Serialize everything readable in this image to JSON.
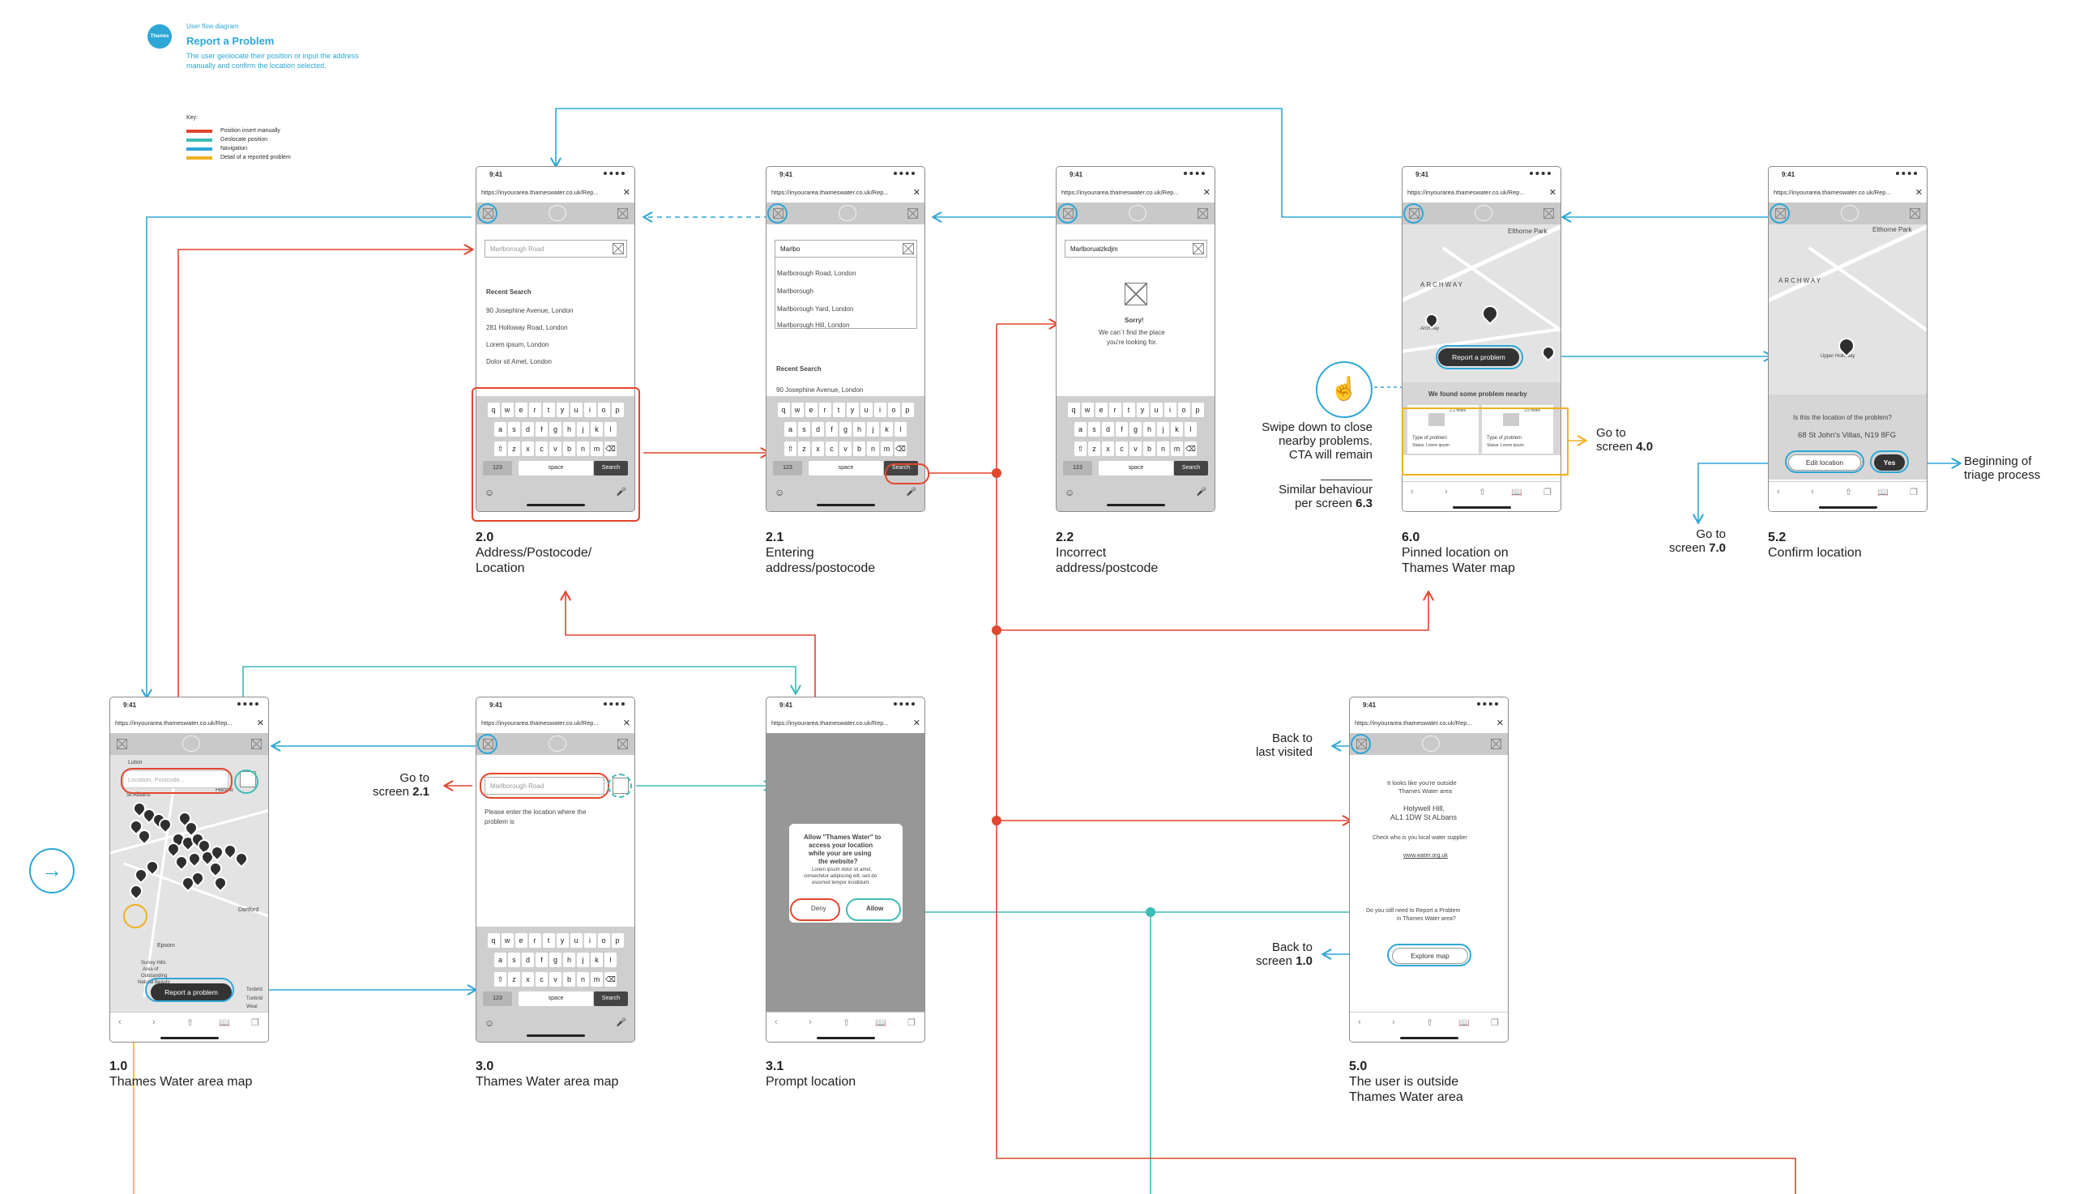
{
  "header": {
    "badge_text": "Thames Water",
    "kicker": "User flow diagram",
    "title": "Report a Problem",
    "desc_line1": "The user geolocate their position or input the address",
    "desc_line2": "manually and confirm the location selected."
  },
  "key": {
    "title": "Key:",
    "items": [
      {
        "label": "Position insert manually",
        "color": "#e2462e"
      },
      {
        "label": "Geolocate position",
        "color": "#3bbdb4"
      },
      {
        "label": "Navigation",
        "color": "#2ea7d6"
      },
      {
        "label": "Detail of a reported problem",
        "color": "#f0b020"
      }
    ]
  },
  "common": {
    "time": "9:41",
    "url": "https://inyourarea.thameswater.co.uk/Rep...",
    "close": "✕",
    "search_key": "Search",
    "space_key": "space",
    "num_key": "123",
    "kb_row1": [
      "q",
      "w",
      "e",
      "r",
      "t",
      "y",
      "u",
      "i",
      "o",
      "p"
    ],
    "kb_row2": [
      "a",
      "s",
      "d",
      "f",
      "g",
      "h",
      "j",
      "k",
      "l"
    ],
    "kb_row3": [
      "z",
      "x",
      "c",
      "v",
      "b",
      "n",
      "m"
    ],
    "shift": "⇧",
    "del": "⌫",
    "emoji": "☺",
    "mic": "🎤",
    "tab_icons": [
      "‹",
      "›",
      "⇧",
      "📖",
      "❐"
    ]
  },
  "screens": {
    "s20": {
      "num": "2.0",
      "cap1": "Address/Postocode/",
      "cap2": "Location",
      "placeholder": "Marlborough Road",
      "recent_title": "Recent Search",
      "recent": [
        "90 Josephine Avenue, London",
        "281 Holloway Road, London",
        "Lorem ipsum, London",
        "Dolor sit Amet, London"
      ]
    },
    "s21": {
      "num": "2.1",
      "cap1": "Entering",
      "cap2": "address/postocode",
      "input": "Marlbo",
      "suggestions": [
        "Marlborough Road, London",
        "Marlborough",
        "Marlborough Yard, London",
        "Marlborough Hill, London"
      ],
      "recent_title": "Recent Search",
      "recent_first": "90 Josephine Avenue, London"
    },
    "s22": {
      "num": "2.2",
      "cap1": "Incorrect",
      "cap2": "address/postcode",
      "input": "Marlborualzkdjm",
      "sorry": "Sorry!",
      "msg1": "We can´t find the place",
      "msg2": "you're looking for."
    },
    "s60": {
      "num": "6.0",
      "cap1": "Pinned location on",
      "cap2": "Thames Water map",
      "report": "Report a problem",
      "found": "We found some problem nearby",
      "map_archway": "ARCHWAY",
      "map_park": "Elthorne Park",
      "map_small": "Archway",
      "card_title": "Type of problem",
      "card_status": "Status: Lorem ipsum",
      "card_tag": "2.2 miles",
      "card_tag2": "3.5 miles"
    },
    "s52": {
      "num": "5.2",
      "cap1": "Confirm location",
      "question": "Is this the location of the problem?",
      "address": "68 St John's Villas, N19 8FG",
      "edit": "Edit location",
      "yes": "Yes",
      "map_archway": "ARCHWAY",
      "map_park": "Elthorne Park",
      "map_hol": "Upper Holloway"
    },
    "s10": {
      "num": "1.0",
      "cap1": "Thames Water area map",
      "placeholder": "Location, Postcode...",
      "report": "Report a problem",
      "places": [
        "Luton",
        "Harlow",
        "St Albans",
        "Dartford",
        "Epsom",
        "Surrey Hills",
        "Area of",
        "Outstanding",
        "Natural Beauty",
        "Tonbrid",
        "Tunbrid",
        "Weal"
      ]
    },
    "s30": {
      "num": "3.0",
      "cap1": "Thames Water area map",
      "placeholder": "Marlborough Road",
      "hint1": "Please enter the location where the",
      "hint2": "problem is"
    },
    "s31": {
      "num": "3.1",
      "cap1": "Prompt location",
      "d1": "Allow \"Thames Water\" to",
      "d2": "access your location",
      "d3": "while your are using",
      "d4": "the website?",
      "d5": "Lorem ipsum dolor sit amet,",
      "d6": "consectetur adipiscing elit, sed do",
      "d7": "eiusmod tempor incididunt.",
      "deny": "Deny",
      "allow": "Allow"
    },
    "s50": {
      "num": "5.0",
      "cap1": "The user is outside",
      "cap2": "Thames Water area",
      "l1": "It looks like you're outside",
      "l2": "Thames Water area",
      "addr1": "Holywell Hill,",
      "addr2": "AL1 1DW St ALbans",
      "check": "Check who is you local water supplier",
      "link": "www.water.org.uk",
      "q1": "Do you still need to Report a Problem",
      "q2": "in Thames Water area?",
      "explore": "Explore map"
    }
  },
  "notes": {
    "swipe1": "Swipe down to close",
    "swipe2": "nearby problems.",
    "swipe3": "CTA will remain",
    "similar1": "Similar behaviour",
    "similar2_pre": "per screen ",
    "similar2_b": "6.3",
    "goto_pre": "Go to",
    "screen_pre": "screen ",
    "g40": "4.0",
    "g70": "7.0",
    "g21": "2.1",
    "begin1": "Beginning of",
    "begin2": "triage process",
    "back1": "Back to",
    "back_last": "last visited",
    "b10": "1.0",
    "start_arrow": "→"
  }
}
